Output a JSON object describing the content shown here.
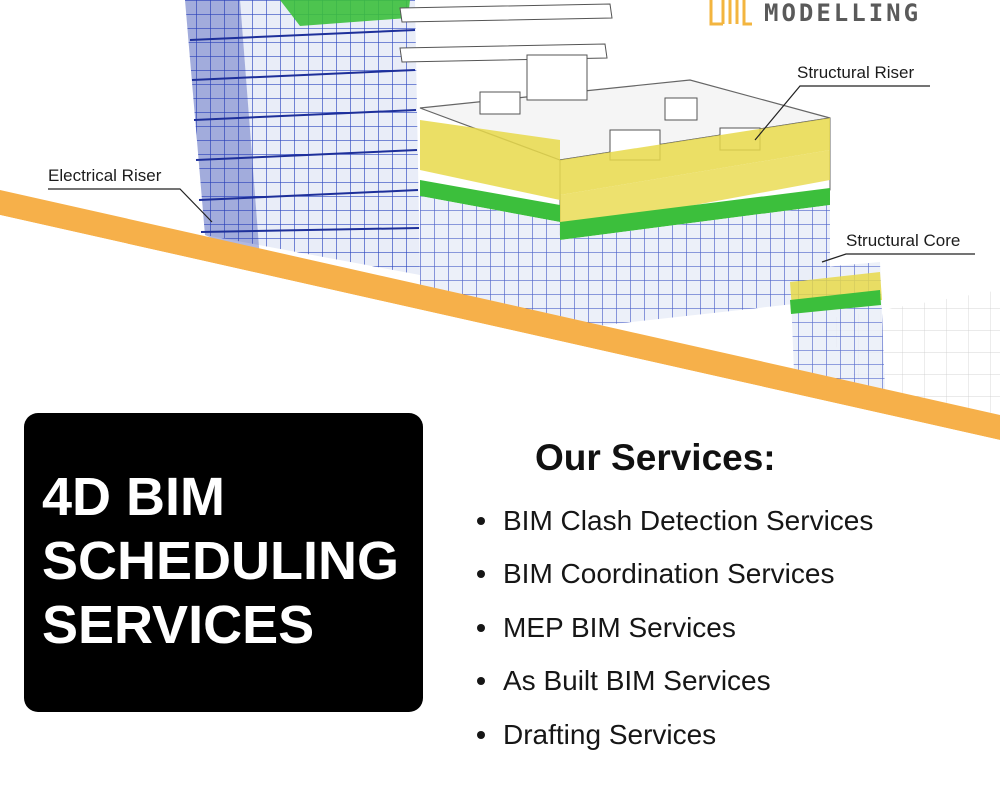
{
  "brand": {
    "logo_text": "MODELLING",
    "accent_color": "#f6b04a"
  },
  "callouts": {
    "electrical_riser": "Electrical Riser",
    "structural_riser": "Structural Riser",
    "structural_core": "Structural Core"
  },
  "title": {
    "lines": [
      "4D BIM",
      "SCHEDULING",
      "SERVICES"
    ]
  },
  "services": {
    "heading": "Our Services:",
    "items": [
      "BIM Clash Detection Services",
      "BIM Coordination Services",
      "MEP BIM Services",
      "As Built BIM Services",
      "Drafting Services"
    ]
  },
  "colors": {
    "structure_blue": "#3b52c4",
    "floor_yellow": "#e8d94a",
    "floor_green": "#3cbf3c",
    "card_background": "#000000"
  }
}
